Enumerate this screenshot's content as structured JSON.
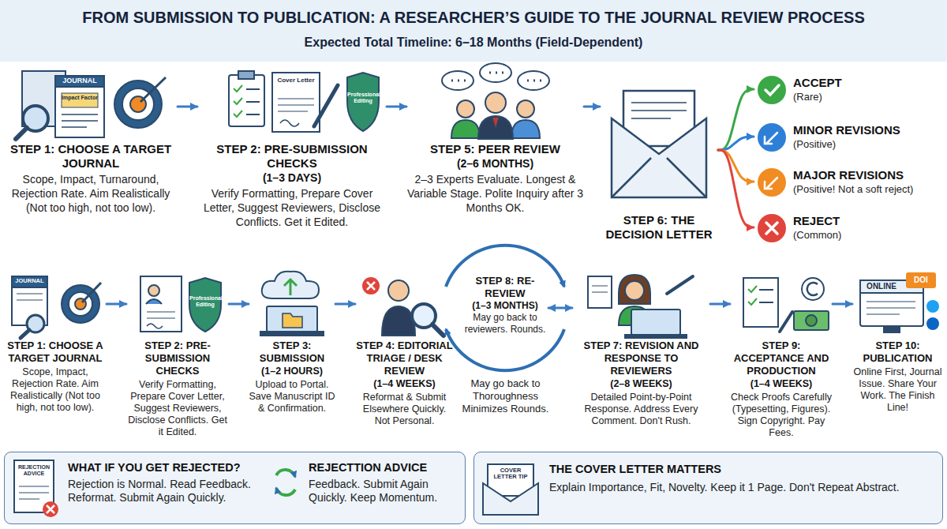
{
  "diagram": {
    "title": "FROM SUBMISSION TO PUBLICATION: A RESEARCHER’S GUIDE TO THE JOURNAL REVIEW PROCESS",
    "caption": "Expected Total Timeline: 6–18 Months (Field-Dependent)",
    "nodes": [
      {
        "text": [
          "STEP 1: CHOOSE A TARGET JOURNAL",
          "Scope, Impact, Turnaround, Rejection Rate. Aim Realistically (Not too high, not too low)."
        ]
      },
      {
        "text": [
          "STEP 2: PRE-SUBMISSION CHECKS",
          "(1–3 DAYS)",
          "Verify Formatting, Prepare Cover Letter, Suggest Reviewers, Disclose Conflicts. Get it Edited."
        ]
      },
      {
        "text": [
          "STEP 5: PEER REVIEW",
          "(2–6 MONTHS)",
          "2–3 Experts Evaluate. Longest & Variable Stage. Polite Inquiry after 3 Months OK."
        ]
      },
      {
        "text": [
          "STEP 6: THE DECISION LETTER"
        ]
      },
      {
        "text": [
          "ACCEPT",
          "(Rare)"
        ]
      },
      {
        "text": [
          "MINOR REVISIONS",
          "(Positive)"
        ]
      },
      {
        "text": [
          "MAJOR REVISIONS",
          "(Positive! Not a soft reject)"
        ]
      },
      {
        "text": [
          "REJECT",
          "(Common)"
        ]
      },
      {
        "text": [
          "STEP 1: CHOOSE A TARGET JOURNAL",
          "Scope, Impact, Rejection Rate. Aim Realistically (Not too high, not too low)."
        ]
      },
      {
        "text": [
          "STEP 2: PRE-SUBMISSION CHECKS",
          "Verify Formatting, Prepare Cover Letter, Suggest Reviewers, Disclose Conflicts. Get it Edited."
        ]
      },
      {
        "text": [
          "STEP 3: SUBMISSION",
          "(1–2 HOURS)",
          "Upload to Portal. Save Manuscript ID & Confirmation."
        ]
      },
      {
        "text": [
          "STEP 4: EDITORIAL TRIAGE / DESK REVIEW",
          "(1–4 WEEKS)",
          "Reformat & Submit Elsewhere Quickly. Not Personal."
        ]
      },
      {
        "text": [
          "STEP 8: RE-REVIEW",
          "(1–3 MONTHS)",
          "May go back to reviewers. Rounds."
        ]
      },
      {
        "text": [
          "STEP 7: REVISION AND RESPONSE TO REVIEWERS",
          "(2–8 WEEKS)",
          "Detailed Point-by-Point Response. Address Every Comment. Don't Rush."
        ]
      },
      {
        "text": [
          "STEP 9: ACCEPTANCE AND PRODUCTION",
          "(1–4 WEEKS)",
          "Check Proofs Carefully (Typesetting, Figures). Sign Copyright. Pay Fees."
        ]
      },
      {
        "text": [
          "STEP 10: PUBLICATION",
          "Online First, Journal Issue. Share Your Work. The Finish Line!"
        ]
      },
      {
        "text": [
          "WHAT IF YOU GET REJECTED?",
          "Rejection is Normal. Read Feedback. Reformat. Submit Again Quickly.",
          "REJECTTION ADVICE",
          "Feedback. Submit Again Quickly. Keep Momentum."
        ]
      },
      {
        "text": [
          "THE COVER LETTER MATTERS",
          "Explain Importance, Fit, Novelty. Keep it 1 Page. Don't Repeat Abstract."
        ]
      }
    ],
    "edges": [
      {
        "from": 0,
        "to": 1,
        "arrow": "to"
      },
      {
        "from": 1,
        "to": 2,
        "arrow": "to"
      },
      {
        "from": 2,
        "to": 3,
        "arrow": "to"
      },
      {
        "from": 3,
        "to": 4,
        "arrow": "to"
      },
      {
        "from": 3,
        "to": 5,
        "arrow": "to"
      },
      {
        "from": 3,
        "to": 6,
        "arrow": "to"
      },
      {
        "from": 3,
        "to": 7,
        "arrow": "to"
      },
      {
        "from": 8,
        "to": 9,
        "arrow": "to"
      },
      {
        "from": 9,
        "to": 10,
        "arrow": "to"
      },
      {
        "from": 10,
        "to": 11,
        "arrow": "to"
      },
      {
        "from": 12,
        "to": 13,
        "arrow": "both"
      },
      {
        "from": 13,
        "to": 14,
        "arrow": "to"
      },
      {
        "from": 14,
        "to": 15,
        "arrow": "to"
      }
    ],
    "labels": [
      "JOURNAL",
      "Impact Factor",
      "Cover Letter",
      "Professional Editing",
      "JOURNAL",
      "Professional Editing",
      "ONLINE",
      "DOI",
      "REJECTION ADVICE",
      "COVER LETTER TIP",
      "May go back to Thoroughness Minimizes Rounds."
    ]
  }
}
